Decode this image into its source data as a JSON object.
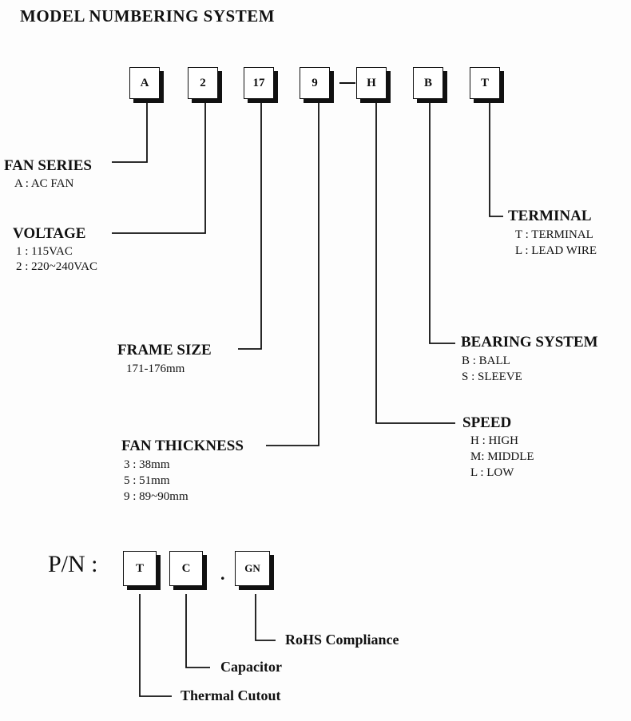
{
  "title": "MODEL NUMBERING SYSTEM",
  "model_boxes": [
    "A",
    "2",
    "17",
    "9",
    "H",
    "B",
    "T"
  ],
  "fields": {
    "fan_series": {
      "heading": "FAN SERIES",
      "options": [
        "A : AC FAN"
      ]
    },
    "voltage": {
      "heading": "VOLTAGE",
      "options": [
        "1 : 115VAC",
        "2 : 220~240VAC"
      ]
    },
    "frame_size": {
      "heading": "FRAME SIZE",
      "options": [
        "171-176mm"
      ]
    },
    "fan_thickness": {
      "heading": "FAN THICKNESS",
      "options": [
        "3 : 38mm",
        "5 : 51mm",
        "9 : 89~90mm"
      ]
    },
    "speed": {
      "heading": "SPEED",
      "options": [
        "H : HIGH",
        "M: MIDDLE",
        "L : LOW"
      ]
    },
    "bearing_system": {
      "heading": "BEARING SYSTEM",
      "options": [
        "B : BALL",
        "S : SLEEVE"
      ]
    },
    "terminal": {
      "heading": "TERMINAL",
      "options": [
        "T : TERMINAL",
        "L : LEAD WIRE"
      ]
    }
  },
  "pn": {
    "label": "P/N :",
    "boxes": [
      "T",
      "C",
      "GN"
    ],
    "separator": ".",
    "descriptions": [
      "Thermal Cutout",
      "Capacitor",
      "RoHS Compliance"
    ]
  }
}
